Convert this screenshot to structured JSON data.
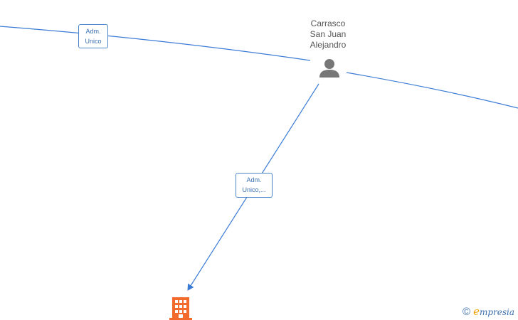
{
  "person": {
    "name_lines": [
      "Carrasco",
      "San Juan",
      "Alejandro"
    ],
    "icon": "person-icon"
  },
  "company": {
    "icon": "building-icon",
    "color": "#f26b2d"
  },
  "edges": [
    {
      "label_lines": [
        "Adm.",
        "Unico"
      ]
    },
    {
      "label_lines": [
        "Adm.",
        "Unico,..."
      ]
    }
  ],
  "watermark": {
    "copyright_symbol": "©",
    "brand_first_letter": "e",
    "brand_rest": "mpresia",
    "brand_color": "#3b6fb0",
    "accent_color": "#f0a30a"
  },
  "colors": {
    "edge": "#3a7bd5",
    "person": "#777777"
  }
}
